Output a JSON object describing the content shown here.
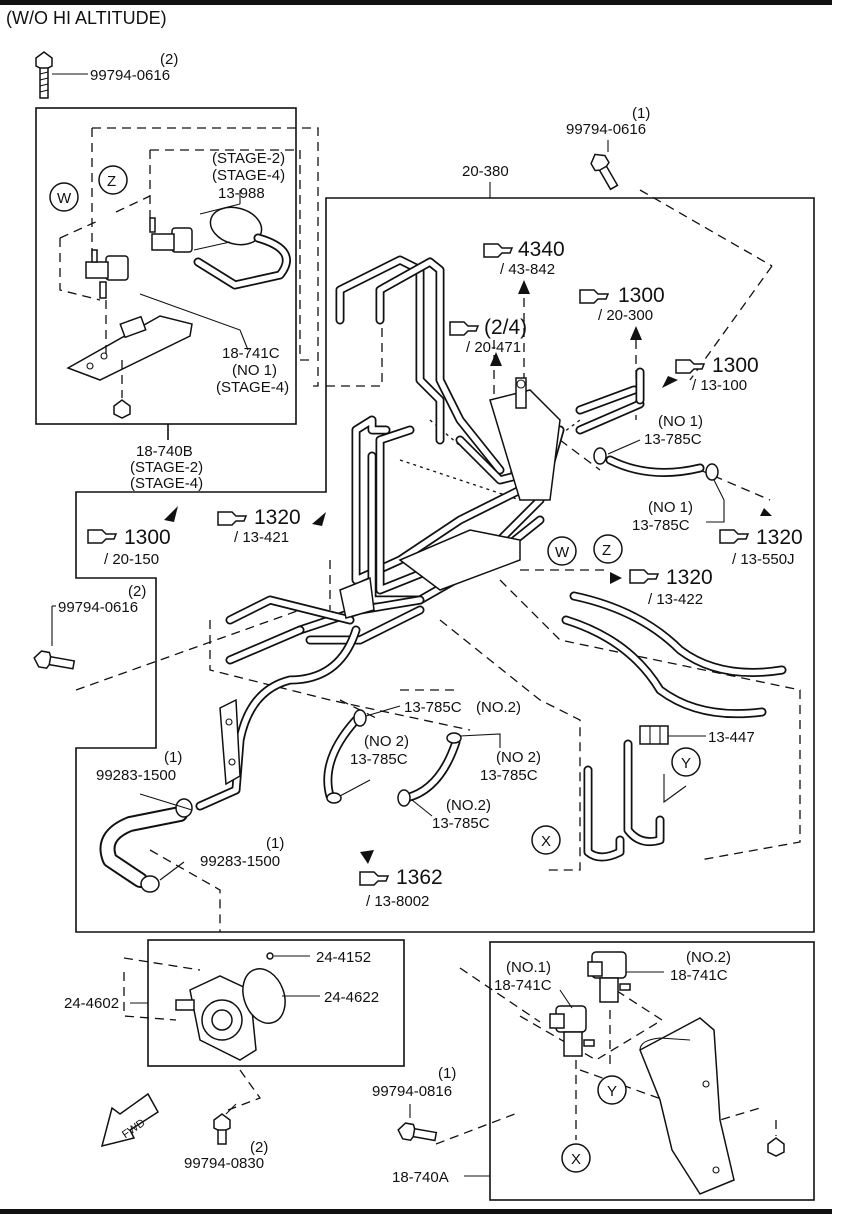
{
  "header": {
    "title": "(W/O HI ALTITUDE)"
  },
  "bolts": {
    "top_left": {
      "qty": "(2)",
      "part": "99794-0616"
    },
    "top_right": {
      "qty": "(1)",
      "part": "99794-0616"
    },
    "left_mid": {
      "qty": "(2)",
      "part": "99794-0616"
    },
    "bottom_mid": {
      "qty": "(1)",
      "part": "99794-0816"
    },
    "bottom_left": {
      "qty": "(2)",
      "part": "99794-0830"
    }
  },
  "assembly_b": {
    "stage2": "(STAGE-2)",
    "stage4": "(STAGE-4)",
    "filter": "13-988",
    "valve": "18-741C",
    "valve_no": "(NO 1)",
    "valve_stage": "(STAGE-4)",
    "label": "18-740B",
    "label_stage2": "(STAGE-2)",
    "label_stage4": "(STAGE-4)",
    "marker_w": "W",
    "marker_z": "Z"
  },
  "main": {
    "label": "20-380",
    "markers": {
      "w": "W",
      "z": "Z",
      "x1": "X",
      "y1": "Y"
    },
    "refs": [
      {
        "num": "4340",
        "sub": "/ 43-842"
      },
      {
        "num": "1300",
        "sub": "/ 20-300"
      },
      {
        "num": "(2/4)",
        "sub": "/ 20-471"
      },
      {
        "num": "1300",
        "sub": "/ 13-100"
      },
      {
        "num": "1320",
        "sub": "/ 13-421"
      },
      {
        "num": "1300",
        "sub": "/ 20-150"
      },
      {
        "num": "1320",
        "sub": "/ 13-550J"
      },
      {
        "num": "1320",
        "sub": "/ 13-422"
      },
      {
        "num": "1362",
        "sub": "/ 13-8002"
      }
    ],
    "clamps": {
      "c1_no": "(NO 1)",
      "c1": "13-785C",
      "c2_no": "(NO 1)",
      "c2": "13-785C",
      "c3": "13-785C",
      "c3_no": "(NO.2)",
      "c4_no": "(NO 2)",
      "c4": "13-785C",
      "c5_no": "(NO 2)",
      "c5": "13-785C",
      "c6_no": "(NO.2)",
      "c6": "13-785C"
    },
    "connector": "13-447",
    "hose_clamp_a": {
      "qty": "(1)",
      "part": "99283-1500"
    },
    "hose_clamp_b": {
      "qty": "(1)",
      "part": "99283-1500"
    }
  },
  "pump": {
    "label": "24-4602",
    "screw": "24-4152",
    "gasket": "24-4622",
    "fwd": "FWD"
  },
  "assembly_a": {
    "v1_no": "(NO.1)",
    "v1": "18-741C",
    "v2_no": "(NO.2)",
    "v2": "18-741C",
    "label": "18-740A",
    "marker_x": "X",
    "marker_y": "Y"
  }
}
